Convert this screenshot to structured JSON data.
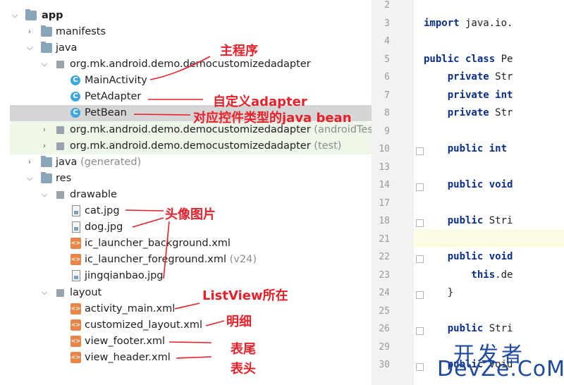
{
  "tree": {
    "app": "app",
    "manifests": "manifests",
    "java": "java",
    "pkg_main": "org.mk.android.demo.democustomizedadapter",
    "main_activity": "MainActivity",
    "pet_adapter": "PetAdapter",
    "pet_bean": "PetBean",
    "pkg_android_test": "org.mk.android.demo.democustomizedadapter",
    "pkg_android_test_suffix": "(androidTes",
    "pkg_test": "org.mk.android.demo.democustomizedadapter",
    "pkg_test_suffix": "(test)",
    "java_generated": "java",
    "java_generated_suffix": "(generated)",
    "res": "res",
    "drawable": "drawable",
    "cat": "cat.jpg",
    "dog": "dog.jpg",
    "ic_bg": "ic_launcher_background.xml",
    "ic_fg": "ic_launcher_foreground.xml",
    "ic_fg_suffix": "(v24)",
    "jingqianbao": "jingqianbao.jpg",
    "layout": "layout",
    "activity_main": "activity_main.xml",
    "customized_layout": "customized_layout.xml",
    "view_footer": "view_footer.xml",
    "view_header": "view_header.xml"
  },
  "annotations": {
    "main_program": "主程序",
    "custom_adapter": "自定义adapter",
    "java_bean": "对应控件类型的java bean",
    "avatar_images": "头像图片",
    "listview_location": "ListView所在",
    "detail": "明细",
    "footer": "表尾",
    "header": "表头"
  },
  "code": {
    "lines": [
      {
        "n": "2",
        "text": ""
      },
      {
        "n": "3",
        "kw": "import",
        "text": " java.io."
      },
      {
        "n": "4",
        "text": ""
      },
      {
        "n": "5",
        "kw": "public class",
        "text": " Pe"
      },
      {
        "n": "6",
        "kw": "    private",
        "text": " Str"
      },
      {
        "n": "7",
        "kw": "    private int",
        "text": ""
      },
      {
        "n": "8",
        "kw": "    private",
        "text": " Str"
      },
      {
        "n": "9",
        "text": ""
      },
      {
        "n": "10",
        "kw": "    public int",
        "text": ""
      },
      {
        "n": "13",
        "text": ""
      },
      {
        "n": "14",
        "kw": "    public void",
        "text": ""
      },
      {
        "n": "17",
        "text": ""
      },
      {
        "n": "18",
        "kw": "    public",
        "text": " Stri"
      },
      {
        "n": "21",
        "text": ""
      },
      {
        "n": "22",
        "kw": "    public void",
        "text": ""
      },
      {
        "n": "23",
        "kw": "        this",
        "text": ".de"
      },
      {
        "n": "24",
        "text": "    }"
      },
      {
        "n": "25",
        "text": ""
      },
      {
        "n": "26",
        "kw": "    public",
        "text": " Stri"
      },
      {
        "n": "29",
        "text": ""
      },
      {
        "n": "30",
        "kw": "    public",
        "text": " void"
      }
    ]
  },
  "watermark": {
    "line1": "开发者",
    "line2": "DevZe.CoM"
  },
  "colors": {
    "annotation_red": "#e8202a",
    "selection": "#d5d5d5",
    "test_pkg_bg": "#eef7e8",
    "keyword": "#0a2e8a"
  }
}
